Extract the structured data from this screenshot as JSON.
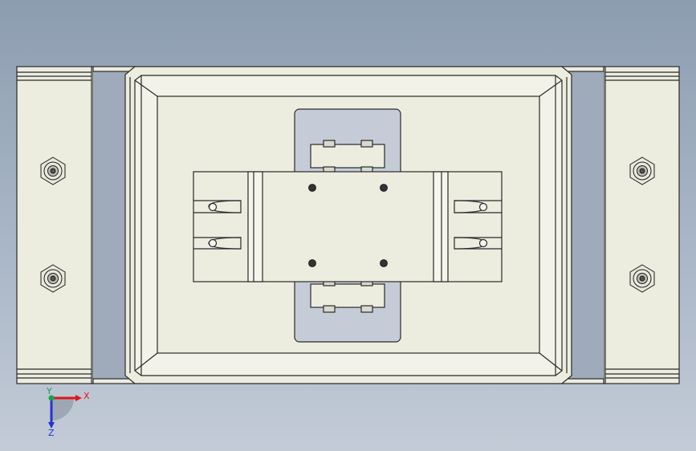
{
  "viewport": {
    "background_top": "#8d9db0",
    "background_bottom": "#c3cbd7"
  },
  "model": {
    "part_fill": "#eceddf",
    "part_fill_light": "#f4f4ea",
    "slot_fill": "#c5ccd8",
    "outline_color": "#2a2a2a",
    "gap_color": "#9fabba"
  },
  "triad": {
    "x_label": "X",
    "y_label": "Y",
    "z_label": "Z",
    "x_color": "#e0161a",
    "y_color": "#17a34a",
    "z_color": "#2433d6"
  },
  "icons": {
    "hex_nut": "hex-nut-icon",
    "screw": "screw-icon",
    "triad": "coordinate-triad-icon"
  }
}
